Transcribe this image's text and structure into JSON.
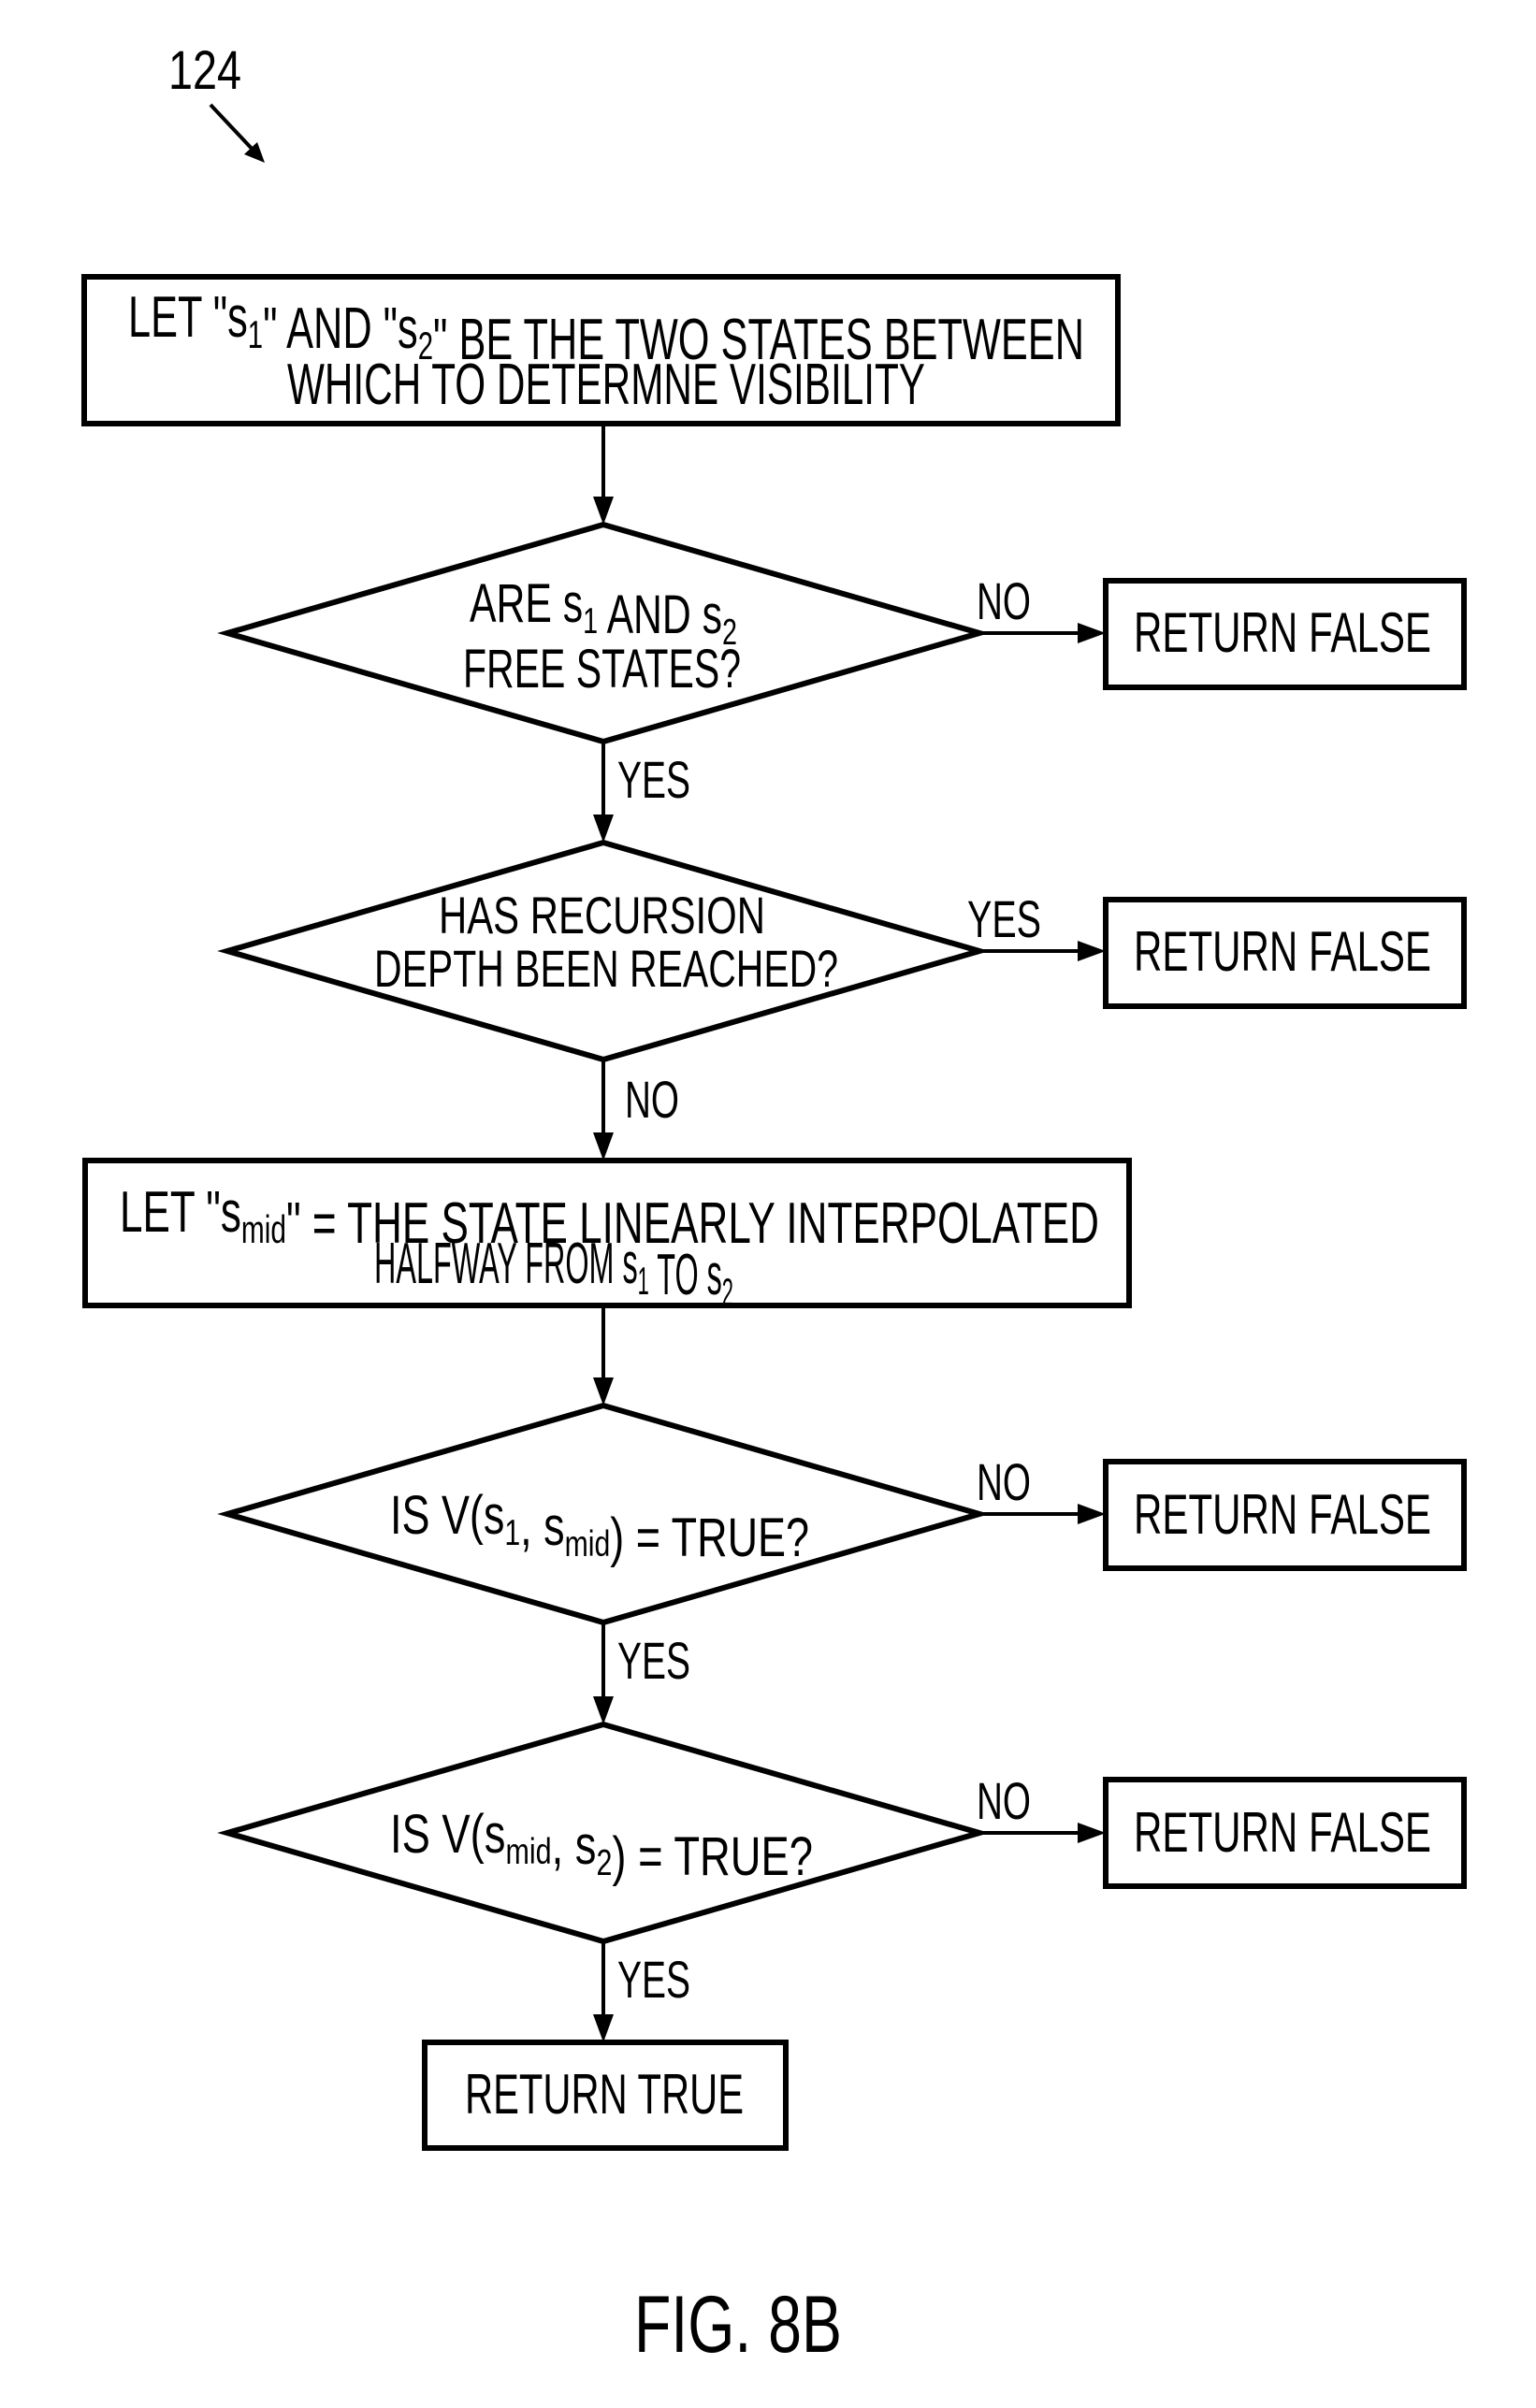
{
  "figure": {
    "reference_numeral": "124",
    "caption": "FIG. 8B"
  },
  "colors": {
    "ink": "#000000",
    "paper": "#ffffff"
  },
  "nodes": {
    "start": {
      "type": "process",
      "lines": [
        [
          {
            "t": "LET \""
          },
          {
            "t": "s"
          },
          {
            "t": "1",
            "sub": true
          },
          {
            "t": "\" AND \""
          },
          {
            "t": "s"
          },
          {
            "t": "2",
            "sub": true
          },
          {
            "t": "\" BE THE TWO STATES BETWEEN"
          }
        ],
        [
          {
            "t": "WHICH TO DETERMNE VISIBILITY"
          }
        ]
      ]
    },
    "check_free": {
      "type": "decision",
      "lines": [
        [
          {
            "t": "ARE s"
          },
          {
            "t": "1",
            "sub": true
          },
          {
            "t": " AND s"
          },
          {
            "t": "2",
            "sub": true
          }
        ],
        [
          {
            "t": "FREE STATES?"
          }
        ]
      ]
    },
    "check_depth": {
      "type": "decision",
      "lines": [
        [
          {
            "t": "HAS RECURSION"
          }
        ],
        [
          {
            "t": "DEPTH BEEN REACHED?"
          }
        ]
      ]
    },
    "interpolate": {
      "type": "process",
      "lines": [
        [
          {
            "t": "LET \""
          },
          {
            "t": "s"
          },
          {
            "t": "mid",
            "sub": true
          },
          {
            "t": "\" = THE STATE LINEARLY INTERPOLATED"
          }
        ],
        [
          {
            "t": "HALFWAY FROM s"
          },
          {
            "t": "1",
            "sub": true
          },
          {
            "t": " TO s"
          },
          {
            "t": "2",
            "sub": true
          }
        ]
      ]
    },
    "check_first_half": {
      "type": "decision",
      "lines": [
        [
          {
            "t": "IS V(s"
          },
          {
            "t": "1",
            "sub": true
          },
          {
            "t": ", s"
          },
          {
            "t": "mid",
            "sub": true
          },
          {
            "t": ") = TRUE?"
          }
        ]
      ]
    },
    "check_second_half": {
      "type": "decision",
      "lines": [
        [
          {
            "t": "IS V(s"
          },
          {
            "t": "mid",
            "sub": true
          },
          {
            "t": ", s"
          },
          {
            "t": "2",
            "sub": true
          },
          {
            "t": ") = TRUE?"
          }
        ]
      ]
    },
    "return_false_1": {
      "type": "terminal",
      "lines": [
        [
          {
            "t": "RETURN FALSE"
          }
        ]
      ]
    },
    "return_false_2": {
      "type": "terminal",
      "lines": [
        [
          {
            "t": "RETURN FALSE"
          }
        ]
      ]
    },
    "return_false_3": {
      "type": "terminal",
      "lines": [
        [
          {
            "t": "RETURN FALSE"
          }
        ]
      ]
    },
    "return_false_4": {
      "type": "terminal",
      "lines": [
        [
          {
            "t": "RETURN FALSE"
          }
        ]
      ]
    },
    "return_true": {
      "type": "terminal",
      "lines": [
        [
          {
            "t": "RETURN TRUE"
          }
        ]
      ]
    }
  },
  "edges": [
    {
      "from": "start",
      "to": "check_free",
      "label": ""
    },
    {
      "from": "check_free",
      "to": "return_false_1",
      "label": "NO"
    },
    {
      "from": "check_free",
      "to": "check_depth",
      "label": "YES"
    },
    {
      "from": "check_depth",
      "to": "return_false_2",
      "label": "YES"
    },
    {
      "from": "check_depth",
      "to": "interpolate",
      "label": "NO"
    },
    {
      "from": "interpolate",
      "to": "check_first_half",
      "label": ""
    },
    {
      "from": "check_first_half",
      "to": "return_false_3",
      "label": "NO"
    },
    {
      "from": "check_first_half",
      "to": "check_second_half",
      "label": "YES"
    },
    {
      "from": "check_second_half",
      "to": "return_false_4",
      "label": "NO"
    },
    {
      "from": "check_second_half",
      "to": "return_true",
      "label": "YES"
    }
  ]
}
